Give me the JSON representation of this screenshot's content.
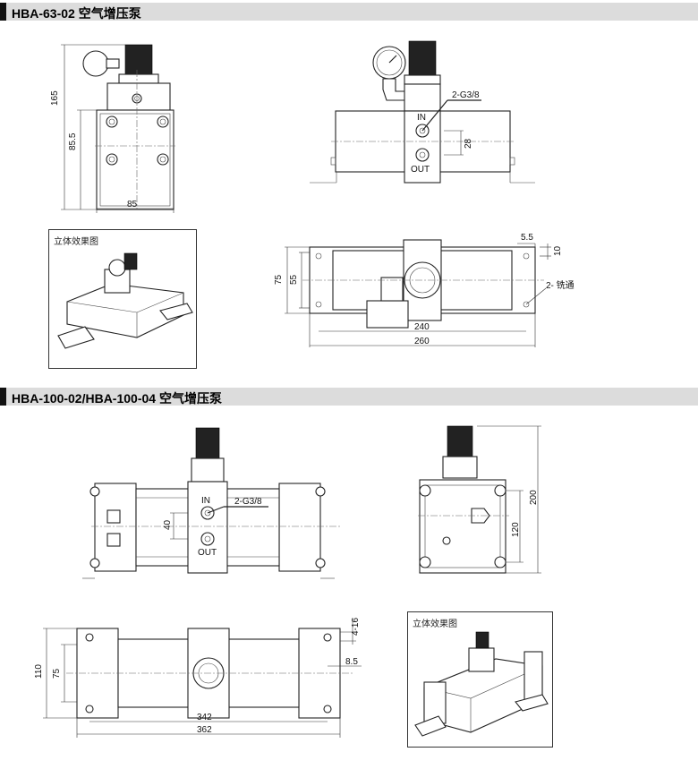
{
  "sections": [
    {
      "title": "HBA-63-02 空气增压泵"
    },
    {
      "title": "HBA-100-02/HBA-100-04 空气增压泵"
    }
  ],
  "hba63": {
    "side_view": {
      "dims": {
        "total_height": "165",
        "body_height": "85.5",
        "width": "85"
      }
    },
    "front_view": {
      "port_label": "2-G3/8",
      "in_label": "IN",
      "out_label": "OUT",
      "port_spacing": "28"
    },
    "iso_panel": {
      "label": "立体效果图"
    },
    "top_view": {
      "dims": {
        "height_outer": "75",
        "height_inner": "55",
        "slot_w": "5.5",
        "slot_h": "10",
        "hole_label": "2- 铣通",
        "length_inner": "240",
        "length_outer": "260"
      }
    }
  },
  "hba100": {
    "front_view": {
      "in_label": "IN",
      "out_label": "OUT",
      "port_label": "2-G3/8",
      "port_spacing": "40"
    },
    "side_view": {
      "dims": {
        "total_height": "200",
        "body_height": "120"
      }
    },
    "top_view": {
      "dims": {
        "height_outer": "110",
        "height_inner": "75",
        "slot_h": "4-16",
        "slot_w": "8.5",
        "length_inner": "342",
        "length_outer": "362"
      }
    },
    "iso_panel": {
      "label": "立体效果图"
    }
  },
  "colors": {
    "header_bg": "#dcdcdc",
    "header_bar": "#111111",
    "line": "#222222"
  }
}
